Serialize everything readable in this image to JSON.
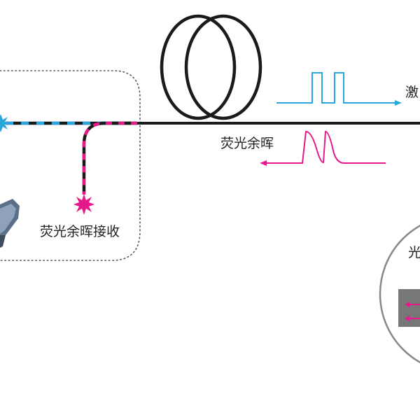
{
  "labels": {
    "fluorescence_receive": "荧光余晖接收",
    "fluorescence_afterglow": "荧光余晖",
    "laser_partial": "激",
    "light_partial": "光"
  },
  "colors": {
    "fiber": "#1a1a1a",
    "laser_blue": "#2aa6dc",
    "fluorescence_magenta": "#e5198a",
    "enclosure_dots": "#555555",
    "lens_circle": "#888888",
    "device_body": "#5b6f86",
    "sensor_block": "#777777"
  },
  "icons": {
    "laser_source": "starburst-icon",
    "detector": "starburst-icon",
    "fiber_coil": "fiber-loop-icon"
  }
}
